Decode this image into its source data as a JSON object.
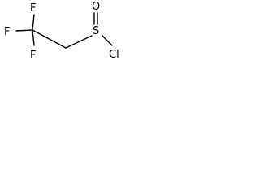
{
  "molecule": {
    "atoms": {
      "f_top": "F",
      "f_left": "F",
      "f_bottom": "F",
      "oxygen": "O",
      "sulfur": "S",
      "chlorine": "Cl"
    },
    "colors": {
      "ink": "#000000",
      "background": "#ffffff"
    }
  }
}
